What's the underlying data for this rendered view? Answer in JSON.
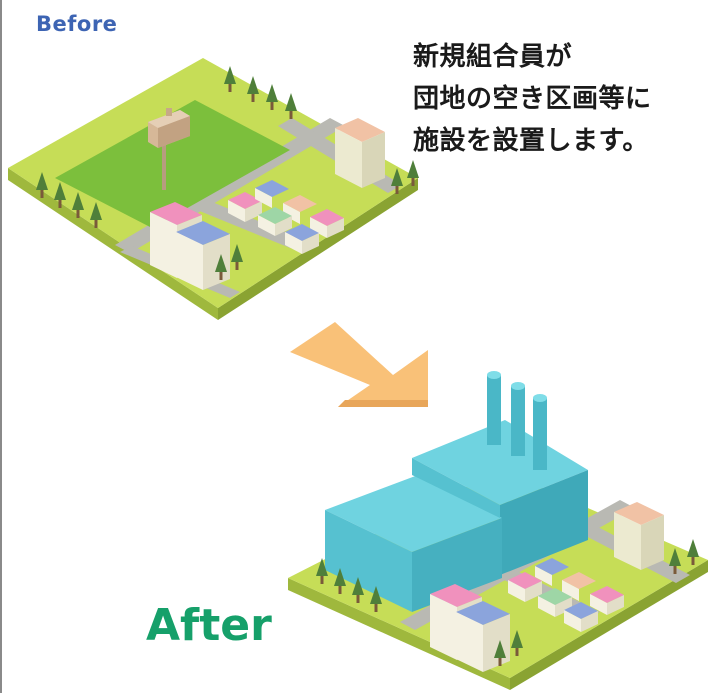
{
  "labels": {
    "before": "Before",
    "after": "After"
  },
  "caption": {
    "lines": [
      "新規組合員が",
      "団地の空き区画等に",
      "施設を設置します。"
    ]
  },
  "icons": {
    "before_scene": "empty-lot-isometric-map",
    "arrow": "down-right-arrow-icon",
    "after_scene": "factory-isometric-map"
  },
  "colors": {
    "before_label": "#3d64b3",
    "after_label": "#16a06a",
    "ground": "#c6dd57",
    "grass_lot": "#7cbf3c",
    "road": "#b9b9b3",
    "factory": "#5ac7d6",
    "arrow": "#f9c178"
  }
}
